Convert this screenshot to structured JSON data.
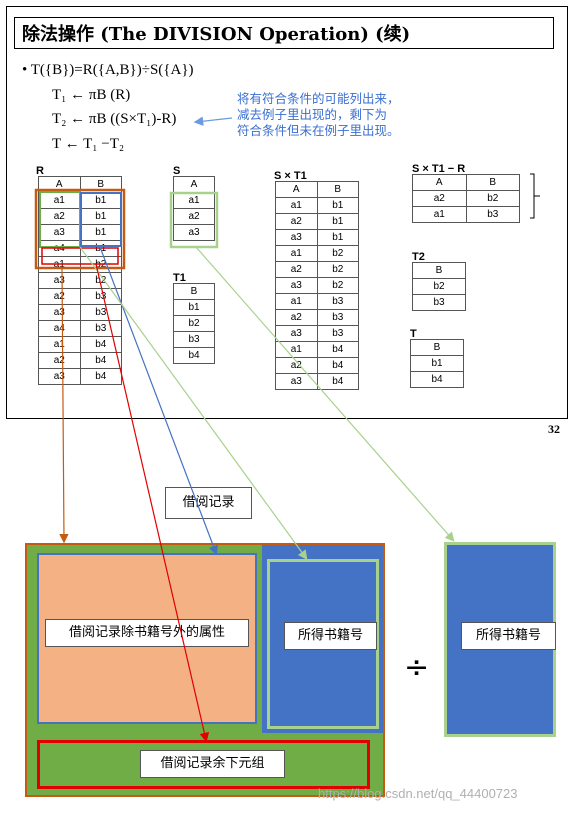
{
  "slide": {
    "title": "除法操作 (The DIVISION Operation) (续)",
    "formula_main": "• T({B})=R({A,B})÷S({A})",
    "formula_t1": "T₁ ← πB (R)",
    "formula_t2": "T₂ ← πB ((S×T₁)-R)",
    "formula_t": "T ← T₁ −T₂",
    "note_lines": [
      "将有符合条件的可能列出来，",
      "减去例子里出现的，剩下为",
      "符合条件但未在例子里出现。"
    ],
    "page_number": "32"
  },
  "tables": {
    "R": {
      "label": "R",
      "headers": [
        "A",
        "B"
      ],
      "rows": [
        [
          "a1",
          "b1"
        ],
        [
          "a2",
          "b1"
        ],
        [
          "a3",
          "b1"
        ],
        [
          "a4",
          "b1"
        ],
        [
          "a1",
          "b2"
        ],
        [
          "a3",
          "b2"
        ],
        [
          "a2",
          "b3"
        ],
        [
          "a3",
          "b3"
        ],
        [
          "a4",
          "b3"
        ],
        [
          "a1",
          "b4"
        ],
        [
          "a2",
          "b4"
        ],
        [
          "a3",
          "b4"
        ]
      ]
    },
    "S": {
      "label": "S",
      "headers": [
        "A"
      ],
      "rows": [
        [
          "a1"
        ],
        [
          "a2"
        ],
        [
          "a3"
        ]
      ]
    },
    "T1": {
      "label": "T1",
      "headers": [
        "B"
      ],
      "rows": [
        [
          "b1"
        ],
        [
          "b2"
        ],
        [
          "b3"
        ],
        [
          "b4"
        ]
      ]
    },
    "SxT1": {
      "label": "S × T1",
      "headers": [
        "A",
        "B"
      ],
      "rows": [
        [
          "a1",
          "b1"
        ],
        [
          "a2",
          "b1"
        ],
        [
          "a3",
          "b1"
        ],
        [
          "a1",
          "b2"
        ],
        [
          "a2",
          "b2"
        ],
        [
          "a3",
          "b2"
        ],
        [
          "a1",
          "b3"
        ],
        [
          "a2",
          "b3"
        ],
        [
          "a3",
          "b3"
        ],
        [
          "a1",
          "b4"
        ],
        [
          "a2",
          "b4"
        ],
        [
          "a3",
          "b4"
        ]
      ]
    },
    "SxT1_minus_R": {
      "label": "S × T1 − R",
      "headers": [
        "A",
        "B"
      ],
      "rows": [
        [
          "a2",
          "b2"
        ],
        [
          "a1",
          "b3"
        ]
      ]
    },
    "T2": {
      "label": "T2",
      "headers": [
        "B"
      ],
      "rows": [
        [
          "b2"
        ],
        [
          "b3"
        ]
      ]
    },
    "T": {
      "label": "T",
      "headers": [
        "B"
      ],
      "rows": [
        [
          "b1"
        ],
        [
          "b4"
        ]
      ]
    }
  },
  "diagram": {
    "record_label": "借阅记录",
    "attrs_label": "借阅记录除书籍号外的属性",
    "books_label": "所得书籍号",
    "divide_symbol": "÷",
    "remaining_label": "借阅记录余下元组",
    "divisor_label": "所得书籍号",
    "colors": {
      "orange": "#c55a11",
      "salmon": "#f4b183",
      "blue": "#4472c4",
      "green": "#70ad47",
      "light_green": "#a9d18e",
      "red": "#e00000"
    }
  },
  "watermark": "https://blog.csdn.net/qq_44400723"
}
